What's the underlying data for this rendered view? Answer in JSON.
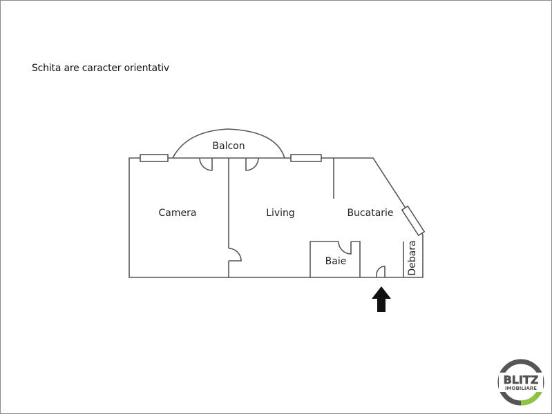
{
  "note": "Schita are caracter orientativ",
  "rooms": {
    "balcon": "Balcon",
    "camera": "Camera",
    "living": "Living",
    "bucatarie": "Bucatarie",
    "baie": "Baie",
    "debara": "Debara"
  },
  "entrance_icon": "arrow-up-icon",
  "logo": {
    "line1": "BLITZ",
    "line2": "IMOBILIARE",
    "ring_color": "#555555",
    "accent_color": "#8cc63f"
  },
  "colors": {
    "wall": "#555555",
    "text": "#222222",
    "frame": "#8a8a8a"
  }
}
